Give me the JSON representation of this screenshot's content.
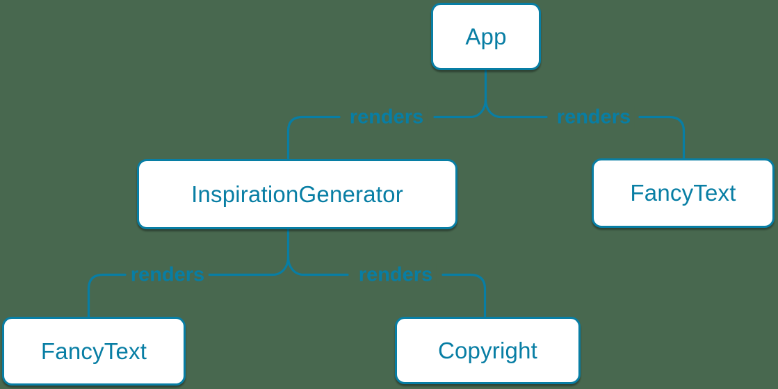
{
  "colors": {
    "background": "#48684f",
    "accent": "#087ea4",
    "node_fill": "#ffffff"
  },
  "diagram": {
    "type": "component-render-tree",
    "nodes": {
      "app": {
        "label": "App"
      },
      "inspiration_generator": {
        "label": "InspirationGenerator"
      },
      "fancy_text_top": {
        "label": "FancyText"
      },
      "fancy_text_bottom": {
        "label": "FancyText"
      },
      "copyright": {
        "label": "Copyright"
      }
    },
    "edges": {
      "app_to_inspiration_generator": {
        "from": "App",
        "to": "InspirationGenerator",
        "label": "renders"
      },
      "app_to_fancy_text": {
        "from": "App",
        "to": "FancyText",
        "label": "renders"
      },
      "inspiration_generator_to_fancy_text": {
        "from": "InspirationGenerator",
        "to": "FancyText",
        "label": "renders"
      },
      "inspiration_generator_to_copyright": {
        "from": "InspirationGenerator",
        "to": "Copyright",
        "label": "renders"
      }
    }
  }
}
